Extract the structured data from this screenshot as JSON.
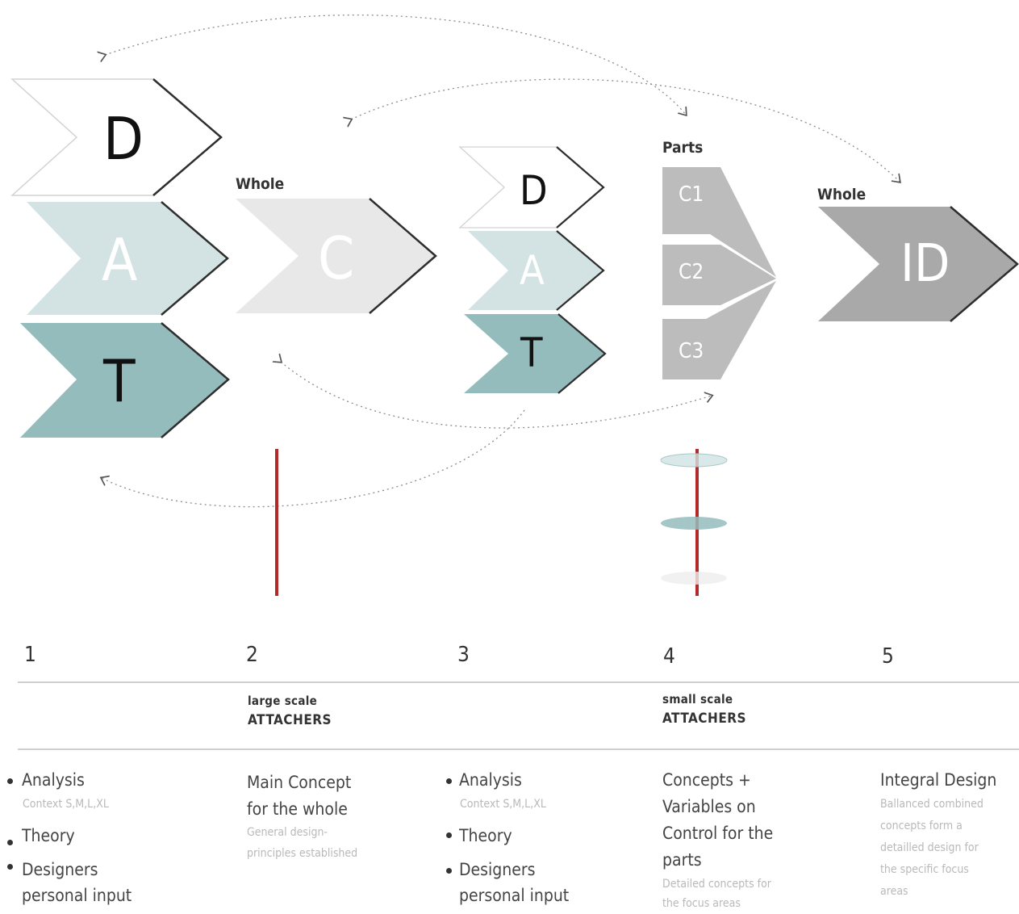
{
  "labels": {
    "whole_left": "Whole",
    "parts": "Parts",
    "whole_right": "Whole"
  },
  "chevrons": {
    "col1": [
      "D",
      "A",
      "T"
    ],
    "col2": "C",
    "col3": [
      "D",
      "A",
      "T"
    ],
    "col4": [
      "C1",
      "C2",
      "C3"
    ],
    "col5": "ID"
  },
  "columns": [
    {
      "number": "1"
    },
    {
      "number": "2",
      "scale": "large scale",
      "attachers": "ATTACHERS",
      "title_lines": [
        "Main Concept",
        "for the whole"
      ],
      "sub_lines": [
        "General design-",
        "principles established"
      ]
    },
    {
      "number": "3"
    },
    {
      "number": "4",
      "scale": "small scale",
      "attachers": "ATTACHERS",
      "title_lines": [
        "Concepts +",
        "Variables on",
        "Control for the",
        "parts"
      ],
      "sub_lines": [
        "Detailed concepts for",
        "the focus areas"
      ]
    },
    {
      "number": "5",
      "title_lines": [
        "Integral Design"
      ],
      "sub_lines": [
        "Ballanced combined",
        "concepts form a",
        "detailled design for",
        "the specific focus",
        "areas"
      ]
    }
  ],
  "bullets": {
    "analysis": "Analysis",
    "analysis_sub": "Context S,M,L,XL",
    "theory": "Theory",
    "designers_1": "Designers",
    "designers_2": "personal input"
  },
  "colors": {
    "outline": "#2e2e2e",
    "light_teal": "#d3e3e3",
    "teal": "#94bcbc",
    "light_grey": "#e8e8e8",
    "grey": "#bcbcbc",
    "dark_grey": "#a9a9a9",
    "red": "#b22a2a",
    "rule": "#cfcfcf"
  }
}
